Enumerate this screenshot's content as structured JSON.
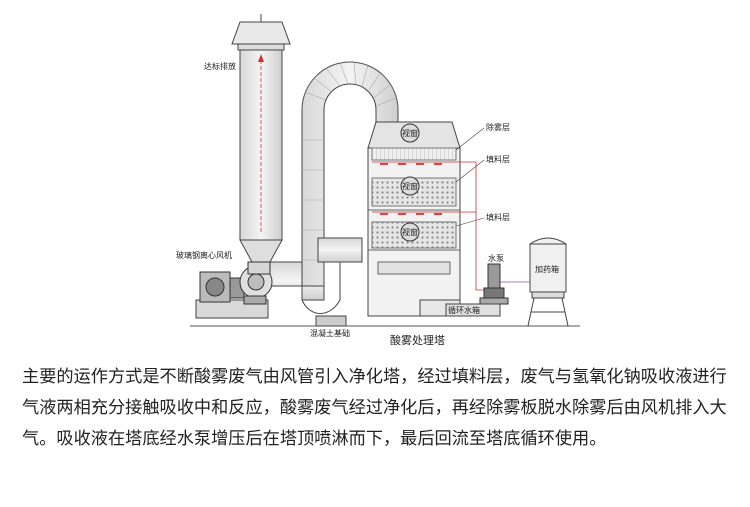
{
  "diagram": {
    "labels": {
      "exhaust": "达标排放",
      "demist_layer": "除雾层",
      "packing_layer_1": "填料层",
      "packing_layer_2": "填料层",
      "fan": "玻璃钢离心风机",
      "pump": "水泵",
      "dosing_tank": "加药箱",
      "circulating_tank": "循环水箱",
      "foundation": "混凝土基础",
      "window_1": "视窗",
      "window_2": "视窗",
      "window_3": "视窗"
    },
    "title": "酸雾处理塔"
  },
  "description": "主要的运作方式是不断酸雾废气由风管引入净化塔，经过填料层，废气与氢氧化钠吸收液进行气液两相充分接触吸收中和反应，酸雾废气经过净化后，再经除雾板脱水除雾后由风机排入大气。吸收液在塔底经水泵增压后在塔顶喷淋而下，最后回流至塔底循环使用。"
}
